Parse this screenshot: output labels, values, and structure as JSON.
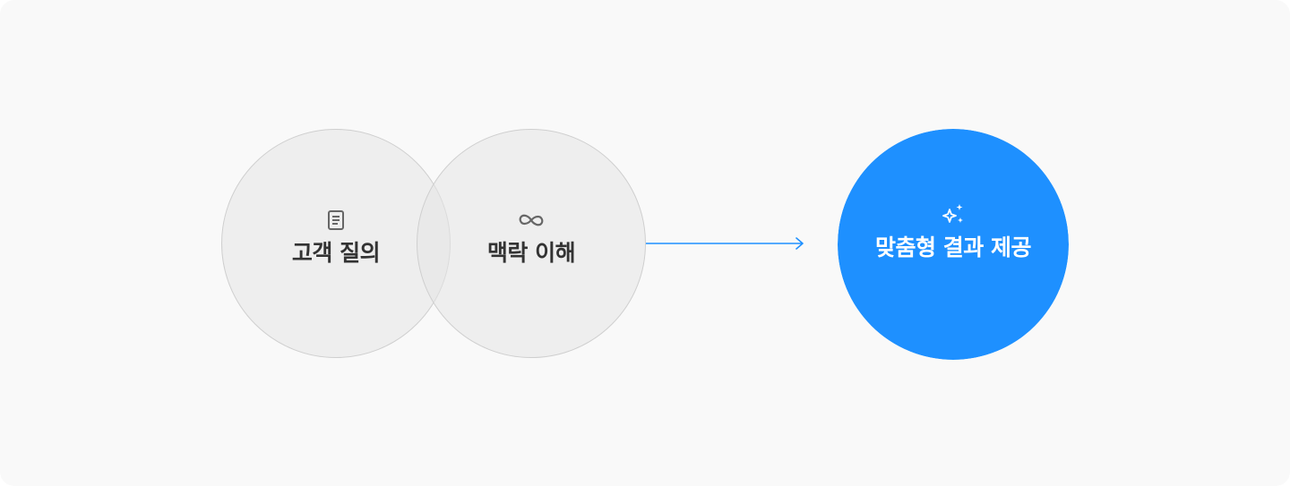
{
  "diagram": {
    "nodes": [
      {
        "id": "customer-query",
        "label": "고객 질의",
        "icon": "document-icon"
      },
      {
        "id": "context-understanding",
        "label": "맥락 이해",
        "icon": "infinity-icon"
      },
      {
        "id": "custom-result",
        "label": "맞춤형 결과 제공",
        "icon": "sparkle-icon"
      }
    ],
    "arrow": {
      "from": "merge",
      "to": "custom-result"
    },
    "colors": {
      "background": "#f9f9f9",
      "circle_fill": "#eeeeee",
      "circle_border": "#cfcfcf",
      "accent": "#1e90ff",
      "icon_gray": "#666666",
      "label_dark": "#333333"
    }
  }
}
